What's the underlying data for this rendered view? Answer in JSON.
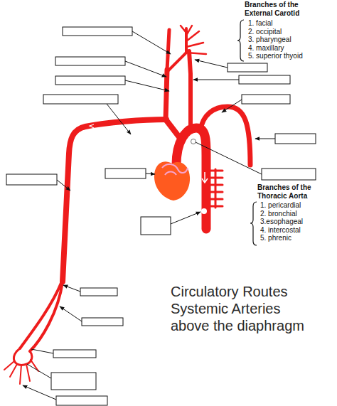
{
  "diagram": {
    "title": "Circulatory Routes Systemic Arteries above the diaphragm",
    "labels": [
      "Branches of the External Carotid",
      "1. facial",
      "2. occipital",
      "3. pharyngeal",
      "4. maxillary",
      "5. superior thyoid",
      "Branches of the Thoracic Aorta",
      "1. pericardial",
      "2. bronchial",
      "3.esophageal",
      "4. intercostal",
      "5. phrenic"
    ]
  }
}
